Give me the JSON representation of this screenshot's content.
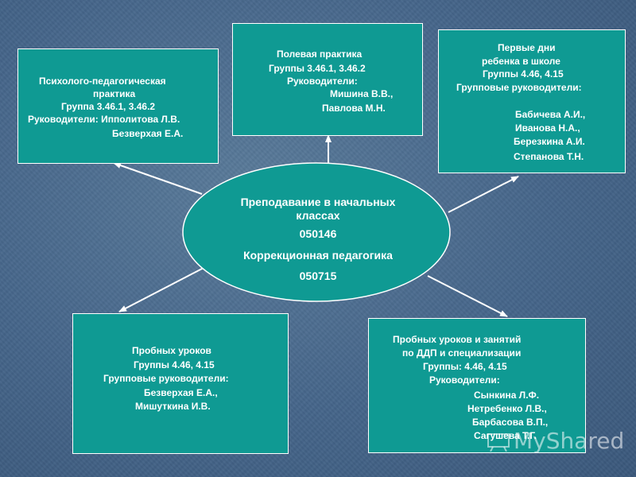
{
  "center": {
    "title_line1": "Преподавание в начальных",
    "title_line2": "классах",
    "code1": "050146",
    "subtitle": "Коррекционная педагогика",
    "code2": "050715"
  },
  "boxes": {
    "psych": {
      "lines": [
        "Психолого-педагогическая",
        "практика",
        "Группа 3.46.1, 3.46.2",
        "Руководители: Ипполитова Л.В.",
        "Безверхая Е.А."
      ]
    },
    "field": {
      "lines": [
        "Полевая практика",
        "Группы 3.46.1, 3.46.2",
        "Руководители:",
        "Мишина В.В.,",
        "Павлова М.Н."
      ]
    },
    "firstdays": {
      "lines": [
        "Первые дни",
        "ребенка в школе",
        "Группы 4.46, 4.15",
        "Групповые руководители:",
        "Бабичева А.И.,",
        "Иванова Н.А.,",
        "Березкина А.И.",
        "Степанова Т.Н."
      ]
    },
    "trial": {
      "lines": [
        "Пробных уроков",
        "Группы 4.46, 4.15",
        "Групповые руководители:",
        "Безверхая Е.А.,",
        "Мишуткина И.В."
      ]
    },
    "trial_ddp": {
      "lines": [
        "Пробных уроков и занятий",
        "по ДДП и специализации",
        "Группы: 4.46, 4.15",
        "Руководители:",
        "Сынкина Л.Ф.",
        "Нетребенко Л.В.,",
        "Барбасова В.П.,",
        "Сагушева Т.Г."
      ]
    }
  },
  "watermark": {
    "text": "MyShared"
  },
  "colors": {
    "box_fill": "#0f9a93",
    "background": "#4a6a8c",
    "arrow": "#ffffff"
  }
}
